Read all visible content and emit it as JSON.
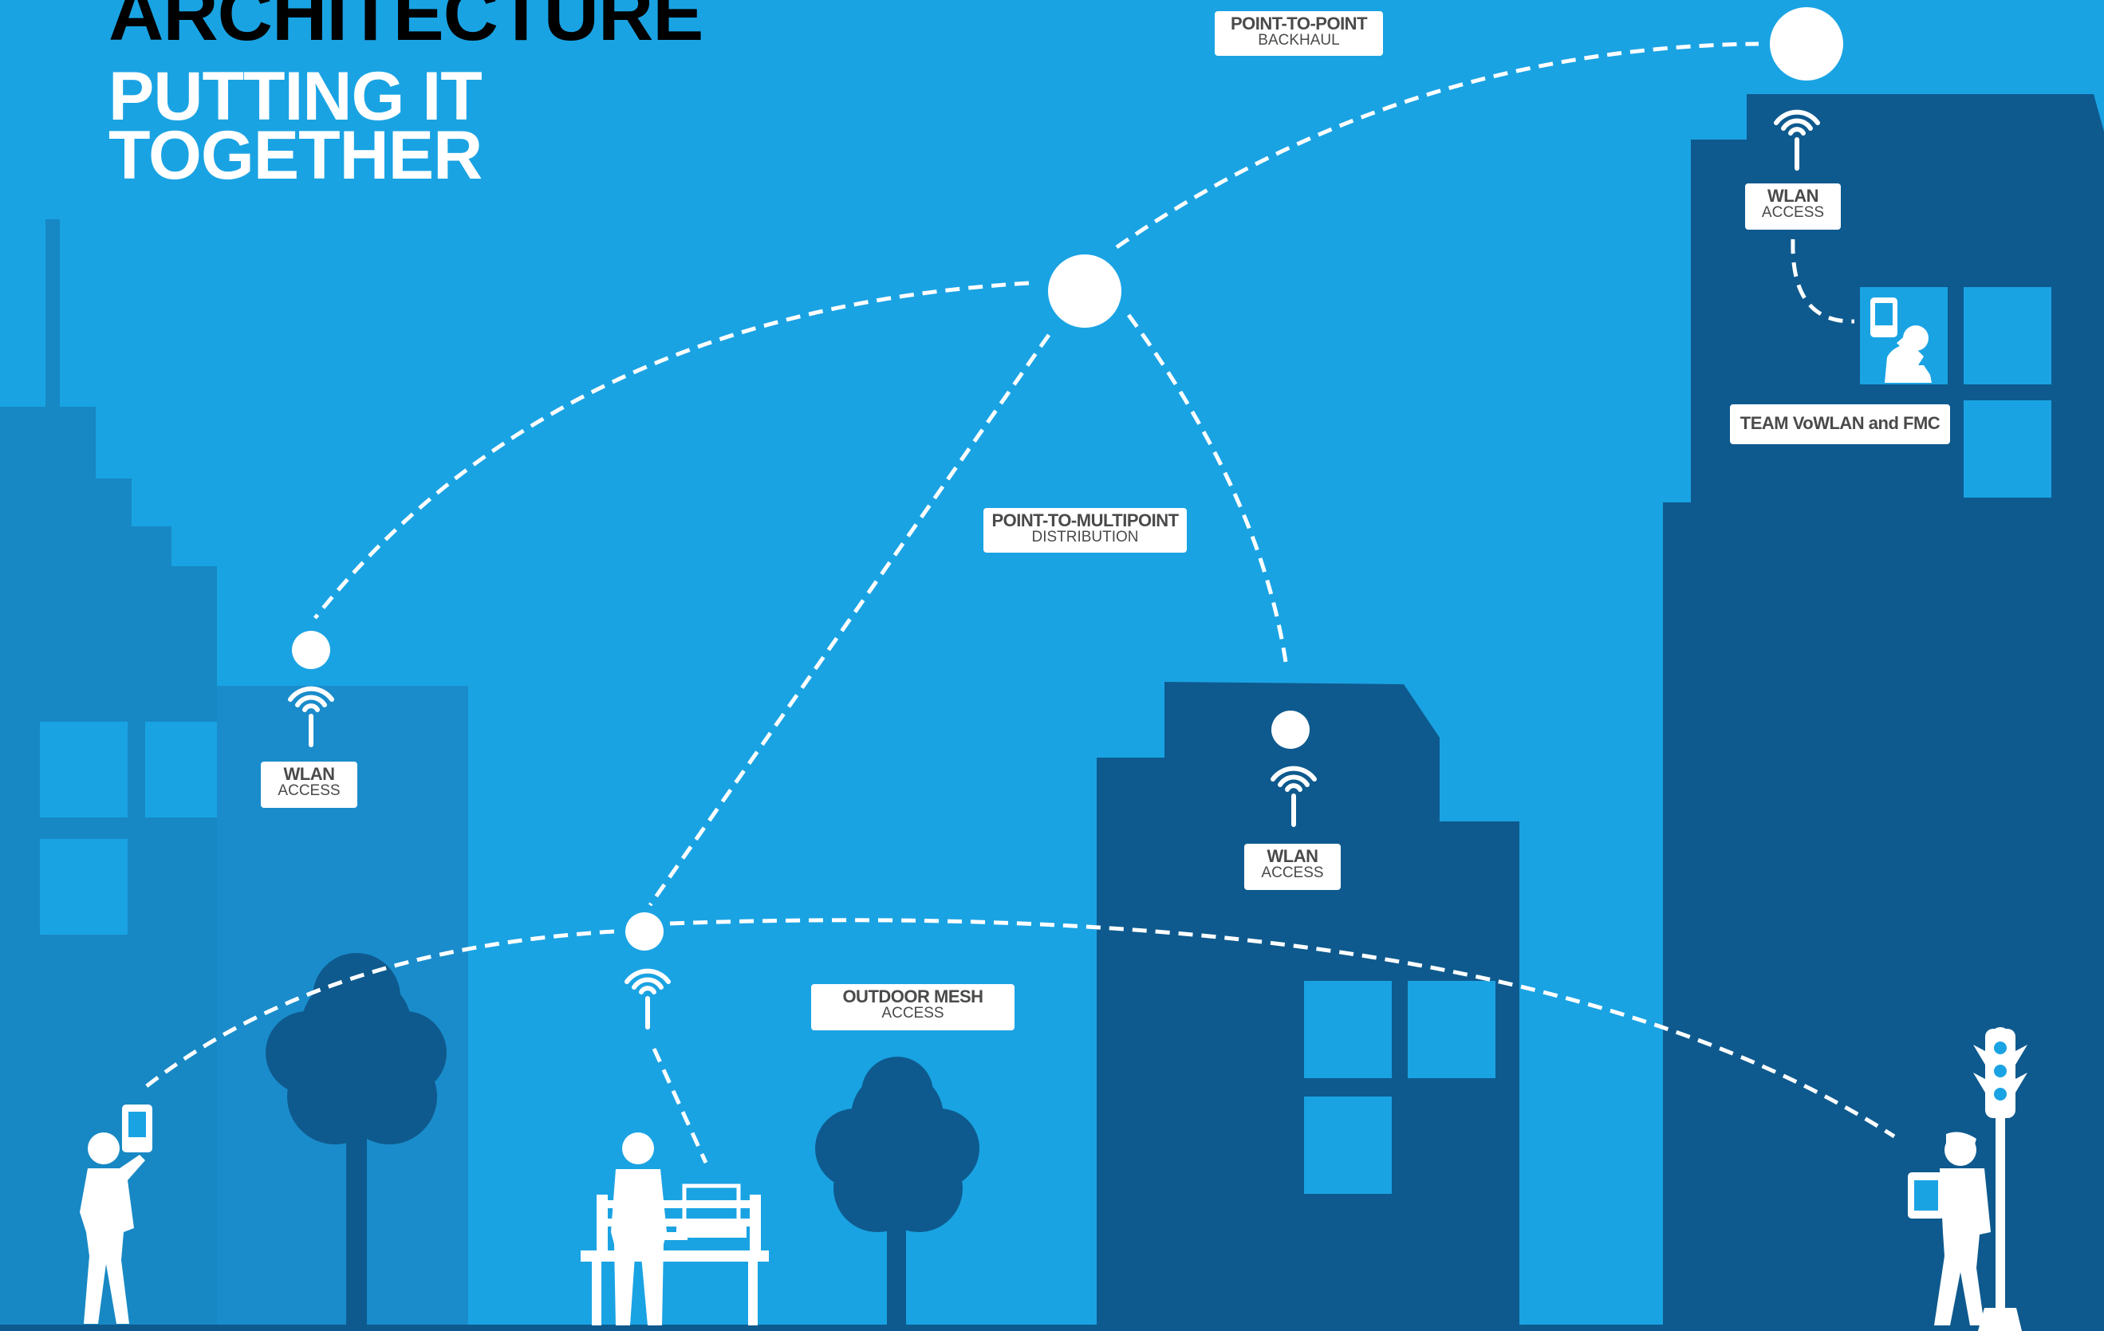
{
  "title": {
    "line1": "ARCHITECTURE",
    "line2": "PUTTING IT",
    "line3": "TOGETHER"
  },
  "labels": {
    "backhaul": {
      "line1": "POINT-TO-POINT",
      "line2": "BACKHAUL"
    },
    "distribution": {
      "line1": "POINT-TO-MULTIPOINT",
      "line2": "DISTRIBUTION"
    },
    "outdoor_mesh": {
      "line1": "OUTDOOR MESH",
      "line2": "ACCESS"
    },
    "wlan_left": {
      "line1": "WLAN",
      "line2": "ACCESS"
    },
    "wlan_middle": {
      "line1": "WLAN",
      "line2": "ACCESS"
    },
    "wlan_right": {
      "line1": "WLAN",
      "line2": "ACCESS"
    },
    "team": {
      "line1": "TEAM VoWLAN and FMC"
    }
  },
  "colors": {
    "sky": "#1aa3e3",
    "building_light": "#1788c4",
    "building_dark": "#0e5a8e",
    "window": "#1aa3e3",
    "tree": "#0e5a8e",
    "label_bg": "#ffffff",
    "label_text": "#4a4a4a",
    "link": "#ffffff",
    "figure": "#ffffff"
  },
  "icons": [
    "wifi-icon",
    "person-with-phone-icon",
    "person-with-laptop-icon",
    "person-with-tablet-icon",
    "traffic-light-icon",
    "tree-icon",
    "handheld-device-icon"
  ]
}
